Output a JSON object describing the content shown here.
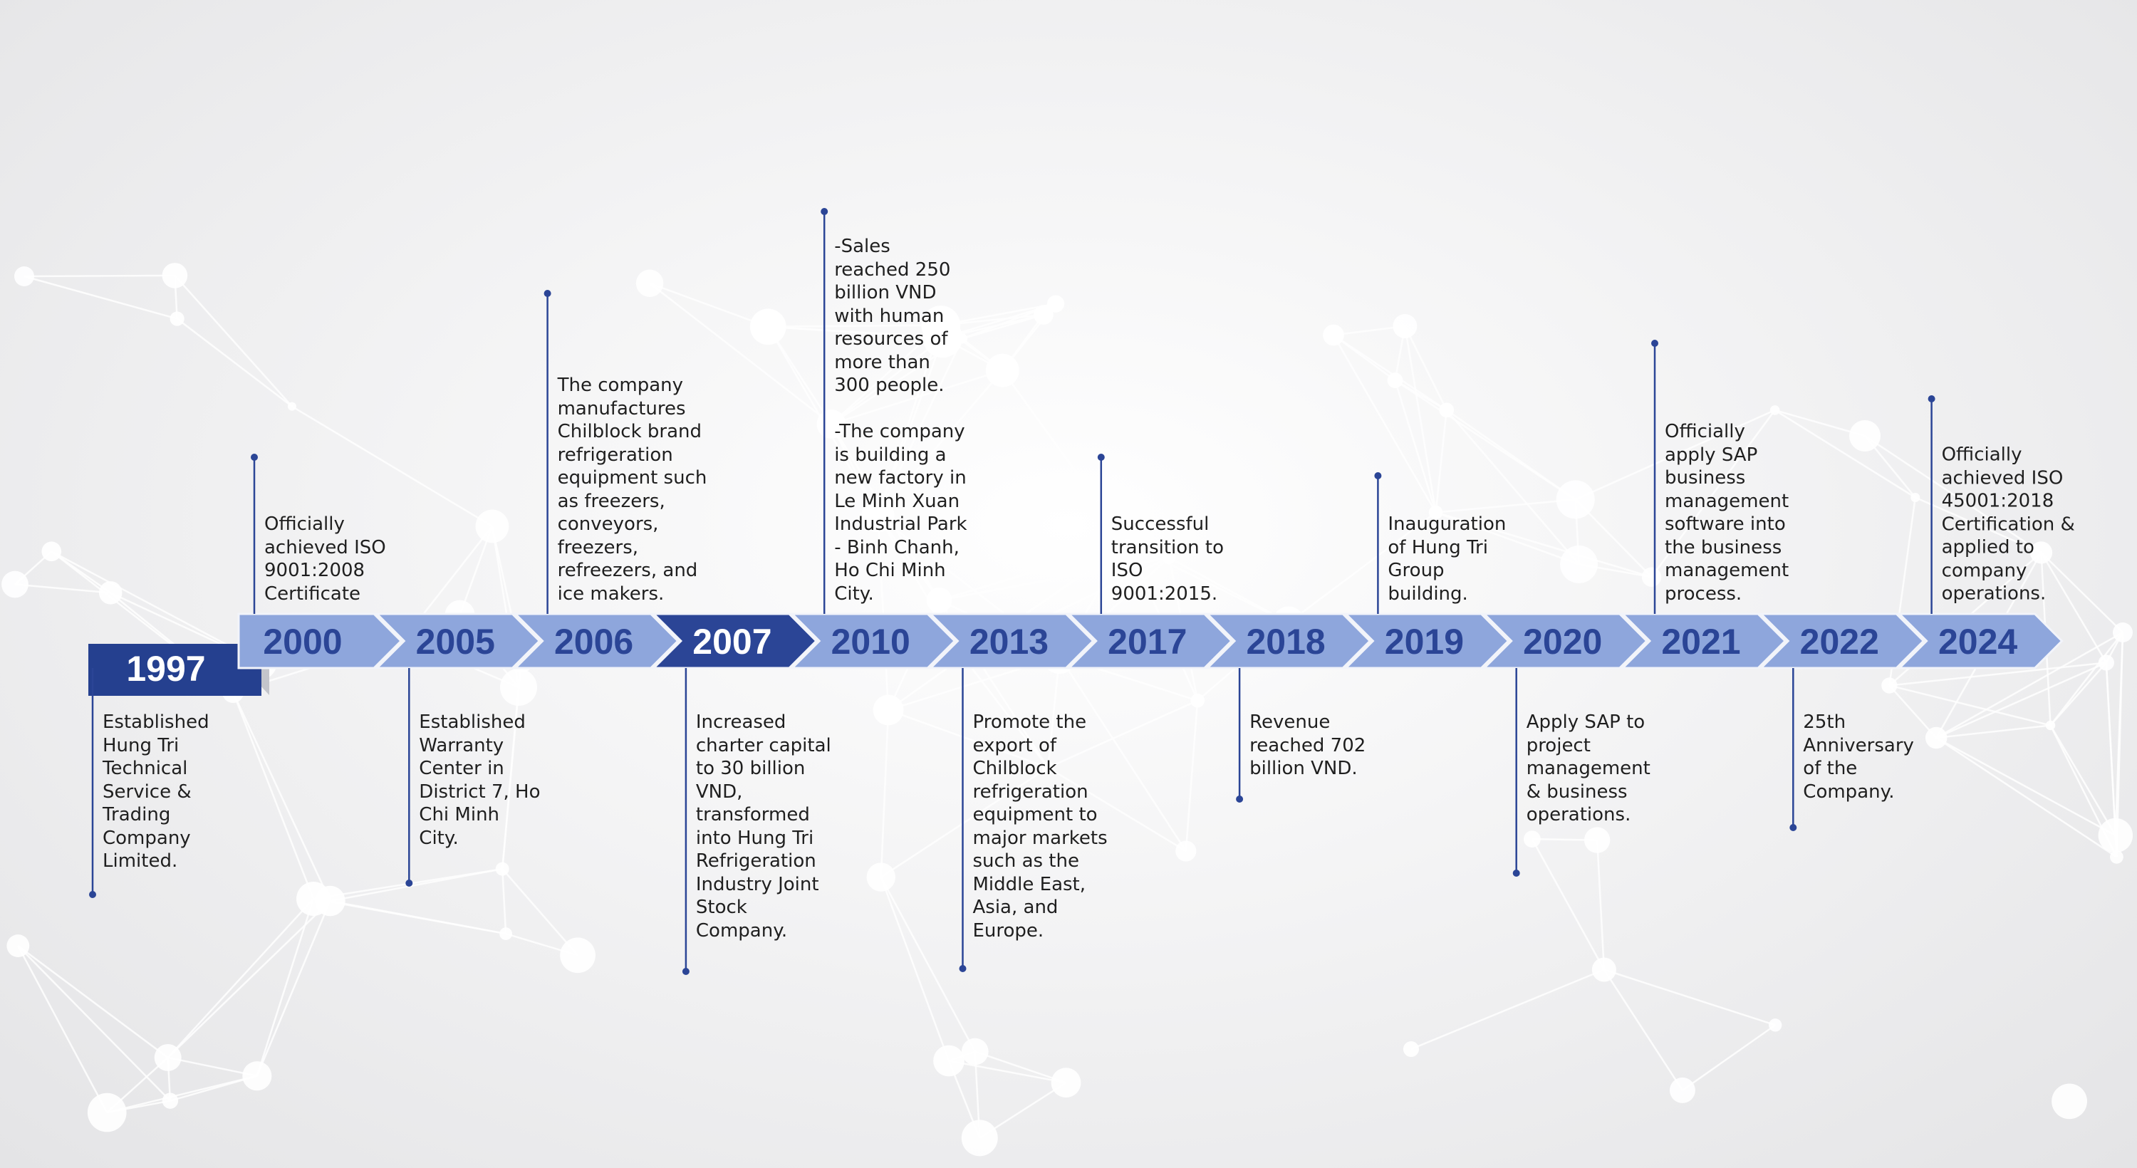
{
  "timeline": {
    "events": [
      {
        "year": "1997",
        "text": "Established\nHung Tri\nTechnical\nService &\nTrading\nCompany\nLimited.",
        "side": "below"
      },
      {
        "year": "2000",
        "text": "Officially\nachieved ISO\n9001:2008\nCertificate",
        "side": "above"
      },
      {
        "year": "2005",
        "text": "Established\nWarranty\nCenter in\nDistrict 7, Ho\nChi Minh\nCity.",
        "side": "below"
      },
      {
        "year": "2006",
        "text": "The company\nmanufactures\nChilblock brand\nrefrigeration\nequipment such\nas freezers,\nconveyors,\nfreezers,\nrefreezers, and\nice makers.",
        "side": "above"
      },
      {
        "year": "2007",
        "text": "Increased\ncharter capital\nto 30 billion\nVND,\ntransformed\ninto Hung Tri\nRefrigeration\nIndustry Joint\nStock\nCompany.",
        "side": "below"
      },
      {
        "year": "2010",
        "text": "-Sales\nreached 250\nbillion VND\nwith human\nresources of\nmore than\n300 people.\n\n-The company\nis building a\nnew factory in\nLe Minh Xuan\nIndustrial Park\n- Binh Chanh,\nHo Chi Minh\nCity.",
        "side": "above"
      },
      {
        "year": "2013",
        "text": "Promote the\nexport of\nChilblock\nrefrigeration\nequipment to\nmajor markets\nsuch as the\nMiddle East,\nAsia, and\nEurope.",
        "side": "below"
      },
      {
        "year": "2017",
        "text": "Successful\ntransition to\nISO\n9001:2015.",
        "side": "above"
      },
      {
        "year": "2018",
        "text": "Revenue\nreached 702\nbillion VND.",
        "side": "below"
      },
      {
        "year": "2019",
        "text": "Inauguration\nof Hung Tri\nGroup\nbuilding.",
        "side": "above"
      },
      {
        "year": "2020",
        "text": "Apply SAP to\nproject\nmanagement\n& business\noperations.",
        "side": "below"
      },
      {
        "year": "2021",
        "text": "Officially\napply SAP\nbusiness\nmanagement\nsoftware into\nthe business\nmanagement\nprocess.",
        "side": "above"
      },
      {
        "year": "2022",
        "text": "25th\nAnniversary\nof the\nCompany.",
        "side": "below"
      },
      {
        "year": "2024",
        "text": "Officially\nachieved ISO\n45001:2018\nCertification &\napplied to\ncompany\noperations.",
        "side": "above"
      }
    ],
    "highlight_years": [
      "1997",
      "2007"
    ]
  },
  "colors": {
    "arrow_light": "#8ea6dc",
    "arrow_dark": "#2b4596",
    "first_block": "#25408f",
    "connector": "#2b4596",
    "text": "#1f1f1f"
  }
}
